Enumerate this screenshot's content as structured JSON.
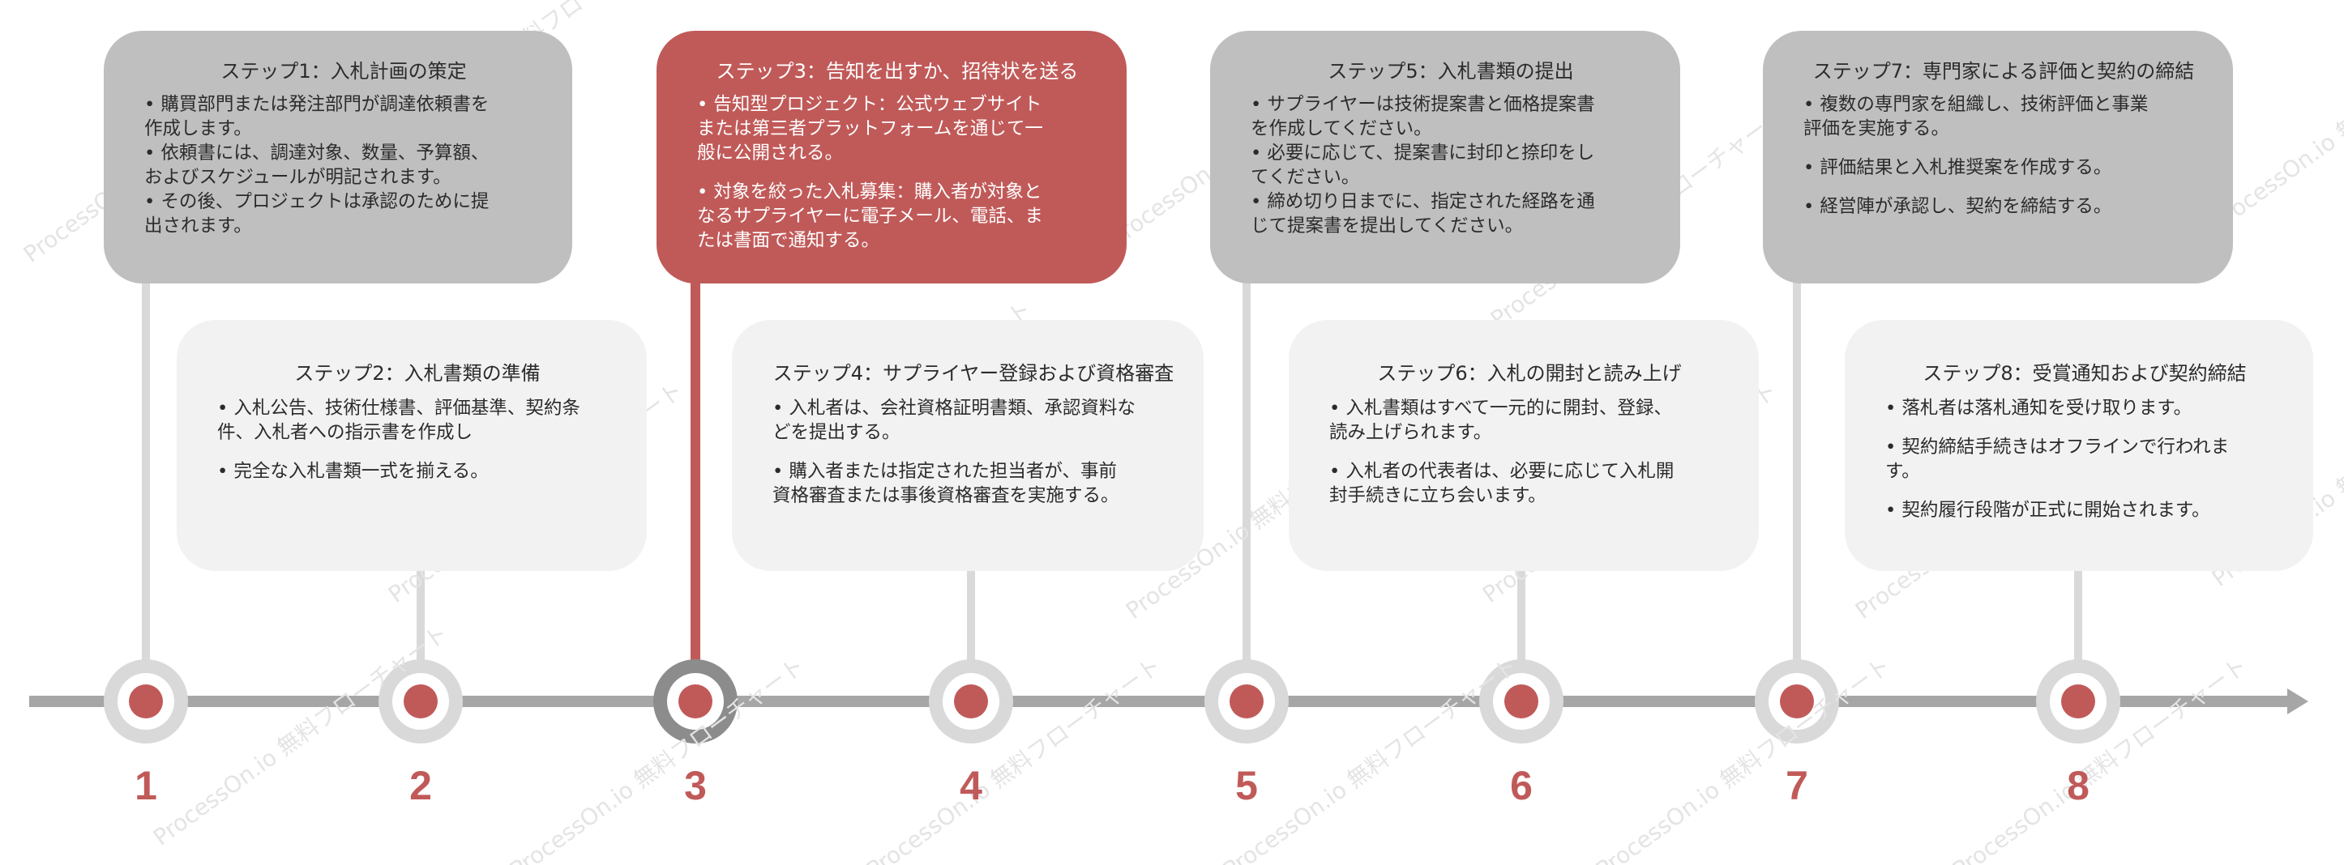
{
  "colors": {
    "accent": "#c05a59",
    "axis": "#a6a6a6",
    "connector": "#d9d9d9",
    "card_dark": "#bfbfbf",
    "card_light": "#f2f2f2",
    "node_active_ring": "#8c8c8c"
  },
  "watermark_text": "ProcessOn.io 無料フローチャート",
  "steps": [
    {
      "number": "1",
      "title": "ステップ1：入札計画の策定",
      "lines": [
        "• 購買部門または発注部門が調達依頼書を",
        "作成します。",
        "• 依頼書には、調達対象、数量、予算額、",
        "およびスケジュールが明記されます。",
        "• その後、プロジェクトは承認のために提",
        "出されます。"
      ]
    },
    {
      "number": "2",
      "title": "ステップ2：入札書類の準備",
      "lines": [
        "• 入札公告、技術仕様書、評価基準、契約条",
        "件、入札者への指示書を作成し",
        "",
        "• 完全な入札書類一式を揃える。"
      ]
    },
    {
      "number": "3",
      "title": "ステップ3：告知を出すか、招待状を送る",
      "lines": [
        "• 告知型プロジェクト：公式ウェブサイト",
        "または第三者プラットフォームを通じて一",
        "般に公開される。",
        "",
        "• 対象を絞った入札募集：購入者が対象と",
        "なるサプライヤーに電子メール、電話、ま",
        "たは書面で通知する。"
      ]
    },
    {
      "number": "4",
      "title": "ステップ4：サプライヤー登録および資格審査",
      "lines": [
        "• 入札者は、会社資格証明書類、承認資料な",
        "どを提出する。",
        "",
        "• 購入者または指定された担当者が、事前",
        "資格審査または事後資格審査を実施する。"
      ]
    },
    {
      "number": "5",
      "title": "ステップ5：入札書類の提出",
      "lines": [
        "• サプライヤーは技術提案書と価格提案書",
        "を作成してください。",
        "• 必要に応じて、提案書に封印と捺印をし",
        "てください。",
        "• 締め切り日までに、指定された経路を通",
        "じて提案書を提出してください。"
      ]
    },
    {
      "number": "6",
      "title": "ステップ6：入札の開封と読み上げ",
      "lines": [
        "• 入札書類はすべて一元的に開封、登録、",
        "読み上げられます。",
        "",
        "• 入札者の代表者は、必要に応じて入札開",
        "封手続きに立ち会います。"
      ]
    },
    {
      "number": "7",
      "title": "ステップ7：専門家による評価と契約の締結",
      "lines": [
        "• 複数の専門家を組織し、技術評価と事業",
        "評価を実施する。",
        "",
        "• 評価結果と入札推奨案を作成する。",
        "",
        "• 経営陣が承認し、契約を締結する。"
      ]
    },
    {
      "number": "8",
      "title": "ステップ8：受賞通知および契約締結",
      "lines": [
        "• 落札者は落札通知を受け取ります。",
        "",
        "• 契約締結手続きはオフラインで行われま",
        "す。",
        "",
        "• 契約履行段階が正式に開始されます。"
      ]
    }
  ]
}
